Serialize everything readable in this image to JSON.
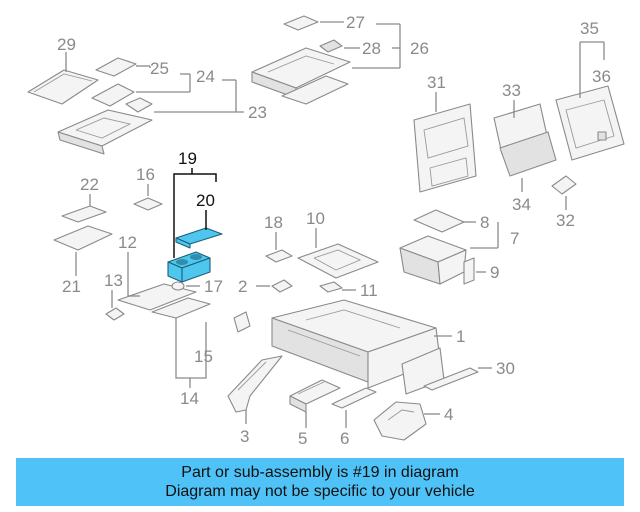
{
  "callouts": {
    "c1": "1",
    "c2": "2",
    "c3": "3",
    "c4": "4",
    "c5": "5",
    "c6": "6",
    "c7": "7",
    "c8": "8",
    "c9": "9",
    "c10": "10",
    "c11": "11",
    "c12": "12",
    "c13": "13",
    "c14": "14",
    "c15": "15",
    "c16": "16",
    "c17": "17",
    "c18": "18",
    "c19": "19",
    "c20": "20",
    "c21": "21",
    "c22": "22",
    "c23": "23",
    "c24": "24",
    "c25": "25",
    "c26": "26",
    "c27": "27",
    "c28": "28",
    "c29": "29",
    "c30": "30",
    "c31": "31",
    "c32": "32",
    "c33": "33",
    "c34": "34",
    "c35": "35",
    "c36": "36"
  },
  "highlight": {
    "color": "#4fc6ee",
    "part": "19"
  },
  "banner": {
    "line1": "Part or sub-assembly is #19 in diagram",
    "line2": "Diagram may not be specific to your vehicle",
    "color": "#4fc3f7"
  }
}
